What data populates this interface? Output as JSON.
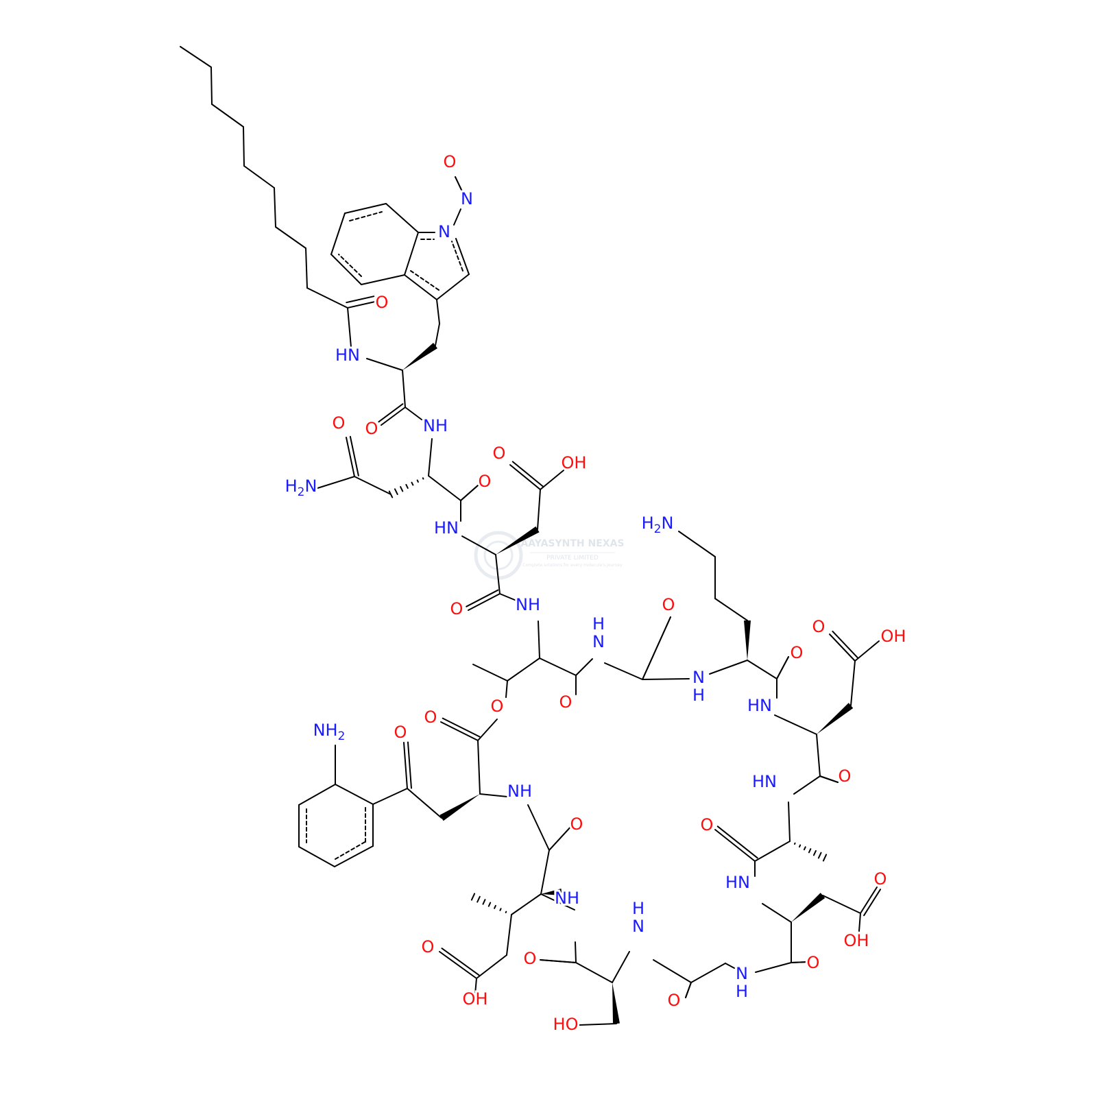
{
  "colors": {
    "bond": "#000000",
    "oxygen": "#ff0d0d",
    "nitrogen": "#1a1aff",
    "watermark": "#d6dde6"
  },
  "watermark": {
    "line1": "AAYASYNTH NEXAS",
    "line2": "PRIVATE LIMITED",
    "line3": "Complete solutions for every molecule's journey"
  },
  "atoms": [
    {
      "id": "o_nitroso",
      "t": "O",
      "e": "O"
    },
    {
      "id": "n_nitroso",
      "t": "N",
      "e": "N"
    },
    {
      "id": "n_indole",
      "t": "N",
      "e": "N"
    },
    {
      "id": "o_decanoyl",
      "t": "O",
      "e": "O"
    },
    {
      "id": "nh_trp",
      "t": "HN",
      "e": "N"
    },
    {
      "id": "o_trp",
      "t": "O",
      "e": "O"
    },
    {
      "id": "nh_asn",
      "t": "NH",
      "e": "N"
    },
    {
      "id": "o_asn_side",
      "t": "O",
      "e": "O"
    },
    {
      "id": "nh2_asn",
      "t": "H",
      "sub": "2",
      "post": "N",
      "e": "N"
    },
    {
      "id": "o_asn",
      "t": "O",
      "e": "O"
    },
    {
      "id": "o_asp1_a",
      "t": "O",
      "e": "O"
    },
    {
      "id": "oh_asp1",
      "t": "OH",
      "e": "O"
    },
    {
      "id": "nh_asp1",
      "t": "HN",
      "e": "N"
    },
    {
      "id": "o_asp1",
      "t": "O",
      "e": "O"
    },
    {
      "id": "nh_thr",
      "t": "NH",
      "e": "N"
    },
    {
      "id": "nh_gly1",
      "t": "NH",
      "e": "N",
      "hAbove": true
    },
    {
      "id": "o_gly1",
      "t": "O",
      "e": "O"
    },
    {
      "id": "o_thr",
      "t": "O",
      "e": "O"
    },
    {
      "id": "nh2_orn",
      "t": "H",
      "sub": "2",
      "post": "N",
      "e": "N"
    },
    {
      "id": "nh_orn",
      "t": "NH",
      "e": "N",
      "hBelow": true
    },
    {
      "id": "o_orn",
      "t": "O",
      "e": "O"
    },
    {
      "id": "o_asp2_a",
      "t": "O",
      "e": "O"
    },
    {
      "id": "oh_asp2",
      "t": "OH",
      "e": "O"
    },
    {
      "id": "nh_asp2",
      "t": "HN",
      "e": "N"
    },
    {
      "id": "o_ester",
      "t": "O",
      "e": "O"
    },
    {
      "id": "o_ester_co",
      "t": "O",
      "e": "O"
    },
    {
      "id": "nh2_kyn",
      "t": "NH",
      "sub": "2",
      "e": "N"
    },
    {
      "id": "o_kyn_ketone",
      "t": "O",
      "e": "O"
    },
    {
      "id": "o_asp2",
      "t": "O",
      "e": "O"
    },
    {
      "id": "nh_ala",
      "t": "HN",
      "e": "N"
    },
    {
      "id": "nh_kyn",
      "t": "NH",
      "e": "N"
    },
    {
      "id": "o_kyn",
      "t": "O",
      "e": "O"
    },
    {
      "id": "o_dala",
      "t": "O",
      "e": "O"
    },
    {
      "id": "nh_asp3",
      "t": "HN",
      "e": "N"
    },
    {
      "id": "o_asp3_a",
      "t": "O",
      "e": "O"
    },
    {
      "id": "oh_asp3",
      "t": "OH",
      "e": "O"
    },
    {
      "id": "nh_mglu",
      "t": "NH",
      "e": "N"
    },
    {
      "id": "nh_ser",
      "t": "NH",
      "e": "N",
      "hAbove": true
    },
    {
      "id": "o_mglu_a",
      "t": "O",
      "e": "O"
    },
    {
      "id": "o_ser",
      "t": "O",
      "e": "O"
    },
    {
      "id": "nh_gly2",
      "t": "NH",
      "e": "N",
      "hBelow": true
    },
    {
      "id": "o_asp3",
      "t": "O",
      "e": "O"
    },
    {
      "id": "o_gly2",
      "t": "O",
      "e": "O"
    },
    {
      "id": "oh_mglu",
      "t": "OH",
      "e": "O"
    },
    {
      "id": "ho_ser",
      "t": "HO",
      "e": "O"
    }
  ]
}
